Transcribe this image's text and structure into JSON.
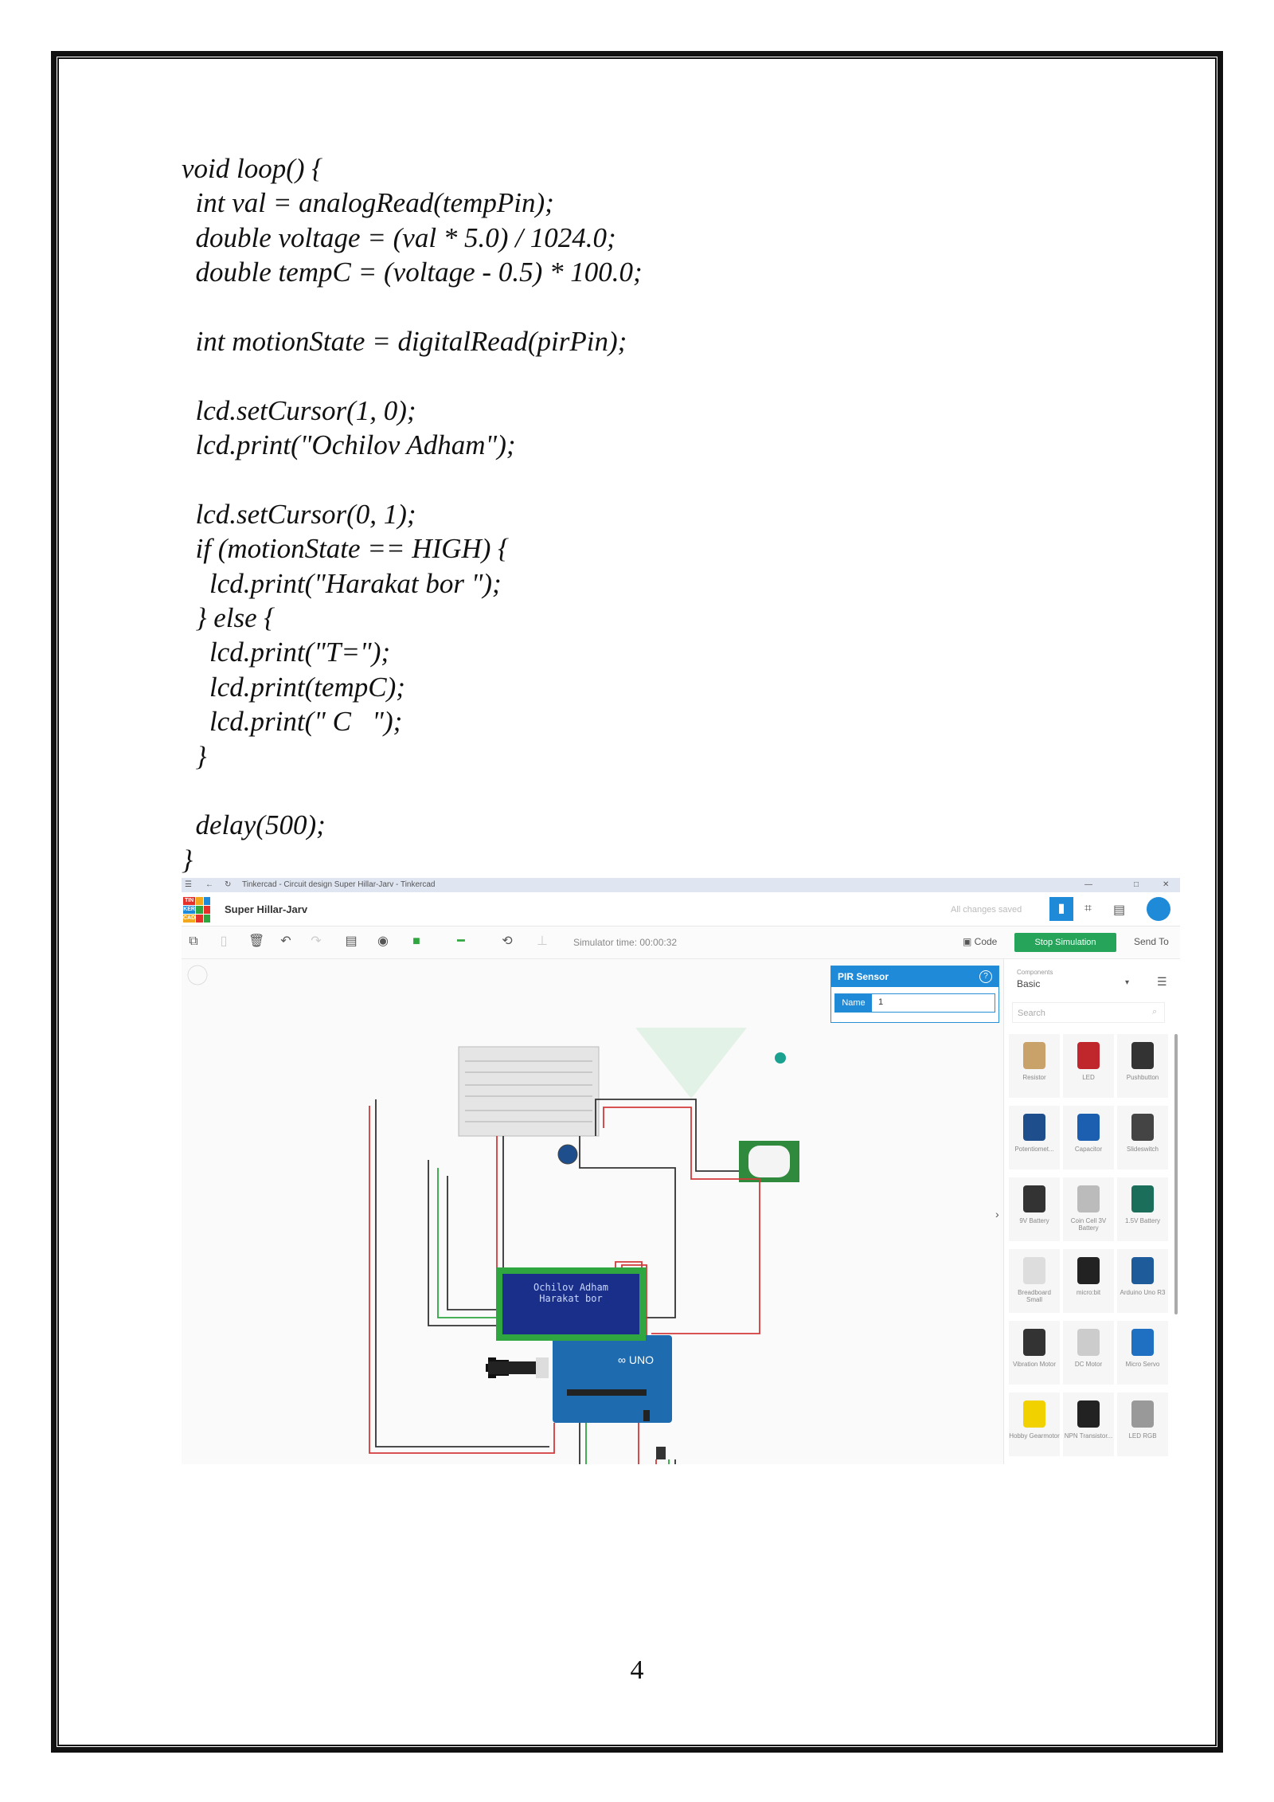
{
  "code": {
    "lines": [
      "void loop() {",
      "  int val = analogRead(tempPin);",
      "  double voltage = (val * 5.0) / 1024.0;",
      "  double tempC = (voltage - 0.5) * 100.0;",
      "",
      "  int motionState = digitalRead(pirPin);",
      "",
      "  lcd.setCursor(1, 0);",
      "  lcd.print(\"Ochilov Adham\");",
      "",
      "  lcd.setCursor(0, 1);",
      "  if (motionState == HIGH) {",
      "    lcd.print(\"Harakat bor \");",
      "  } else {",
      "    lcd.print(\"T=\");",
      "    lcd.print(tempC);",
      "    lcd.print(\" C   \");",
      "  }",
      "",
      "  delay(500);",
      "}"
    ]
  },
  "screenshot": {
    "browser_tab": "Tinkercad - Circuit design Super Hillar-Jarv - Tinkercad",
    "logo_letters": [
      "TIN",
      "KER",
      "CAD"
    ],
    "design_title": "Super Hillar-Jarv",
    "status_text": "All changes saved",
    "simulator_time": "Simulator time: 00:00:32",
    "code_label": "Code",
    "stop_label": "Stop Simulation",
    "send_to_label": "Send To",
    "inspector": {
      "title": "PIR Sensor",
      "name_label": "Name",
      "name_value": "1"
    },
    "panel": {
      "category_label": "Components",
      "category_value": "Basic",
      "search_placeholder": "Search",
      "components": [
        {
          "label": "Resistor",
          "color": "#c9a26a"
        },
        {
          "label": "LED",
          "color": "#c0272d"
        },
        {
          "label": "Pushbutton",
          "color": "#333333"
        },
        {
          "label": "Potentiomet...",
          "color": "#1f4e8c"
        },
        {
          "label": "Capacitor",
          "color": "#1c5fb0"
        },
        {
          "label": "Slideswitch",
          "color": "#444444"
        },
        {
          "label": "9V Battery",
          "color": "#333333"
        },
        {
          "label": "Coin Cell 3V Battery",
          "color": "#bbbbbb"
        },
        {
          "label": "1.5V Battery",
          "color": "#1b6e5a"
        },
        {
          "label": "Breadboard Small",
          "color": "#dddddd"
        },
        {
          "label": "micro:bit",
          "color": "#222222"
        },
        {
          "label": "Arduino Uno R3",
          "color": "#1d5b9a"
        },
        {
          "label": "Vibration Motor",
          "color": "#333333"
        },
        {
          "label": "DC Motor",
          "color": "#cccccc"
        },
        {
          "label": "Micro Servo",
          "color": "#1f6fc2"
        },
        {
          "label": "Hobby Gearmotor",
          "color": "#f2d100"
        },
        {
          "label": "NPN Transistor...",
          "color": "#222222"
        },
        {
          "label": "LED RGB",
          "color": "#999999"
        }
      ]
    },
    "lcd_lines": [
      "Ochilov Adham",
      "Harakat bor "
    ]
  },
  "page_number": "4"
}
